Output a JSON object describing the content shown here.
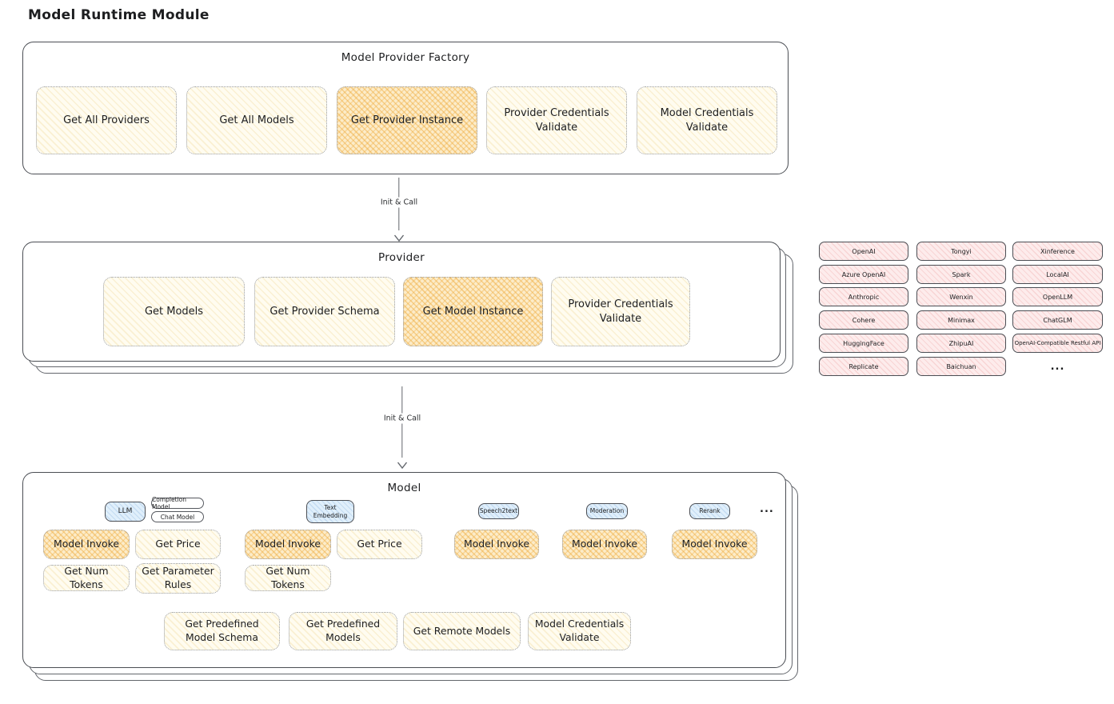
{
  "title": "Model Runtime Module",
  "arrow1_label": "Init & Call",
  "arrow2_label": "Init & Call",
  "factory": {
    "title": "Model Provider Factory",
    "items": [
      "Get All Providers",
      "Get All Models",
      "Get Provider Instance",
      "Provider Credentials Validate",
      "Model Credentials Validate"
    ],
    "highlighted_item": "Get Provider Instance"
  },
  "provider": {
    "title": "Provider",
    "items": [
      "Get Models",
      "Get Provider Schema",
      "Get Model Instance",
      "Provider Credentials Validate"
    ],
    "highlighted_item": "Get Model Instance"
  },
  "provider_list": {
    "col1": [
      "OpenAI",
      "Azure OpenAI",
      "Anthropic",
      "Cohere",
      "HuggingFace",
      "Replicate"
    ],
    "col2": [
      "Tongyi",
      "Spark",
      "Wenxin",
      "Minimax",
      "ZhipuAI",
      "Baichuan"
    ],
    "col3": [
      "Xinference",
      "LocalAI",
      "OpenLLM",
      "ChatGLM",
      "OpenAI-Compatible Restful API"
    ],
    "more": "..."
  },
  "model": {
    "title": "Model",
    "tabs": {
      "llm": "LLM",
      "completion_model": "Completion Model",
      "chat_model": "Chat Model",
      "text_embedding": "Text Embedding",
      "speech2text": "Speech2text",
      "moderation": "Moderation",
      "rerank": "Rerank",
      "more": "..."
    },
    "llm_ops": [
      "Model Invoke",
      "Get Price",
      "Get Num Tokens",
      "Get Parameter Rules"
    ],
    "text_embedding_ops": [
      "Model Invoke",
      "Get Price",
      "Get Num Tokens"
    ],
    "speech2text_ops": [
      "Model Invoke"
    ],
    "moderation_ops": [
      "Model Invoke"
    ],
    "rerank_ops": [
      "Model Invoke"
    ],
    "bottom_ops": [
      "Get Predefined Model Schema",
      "Get Predefined Models",
      "Get Remote Models",
      "Model Credentials Validate"
    ]
  },
  "colors": {
    "yellow_fill": "#fffcf0",
    "orange_highlight": "#f5c268",
    "pink_fill": "#fdecec",
    "blue_fill": "#e0effb",
    "stroke_dark": "#4b4e54"
  }
}
